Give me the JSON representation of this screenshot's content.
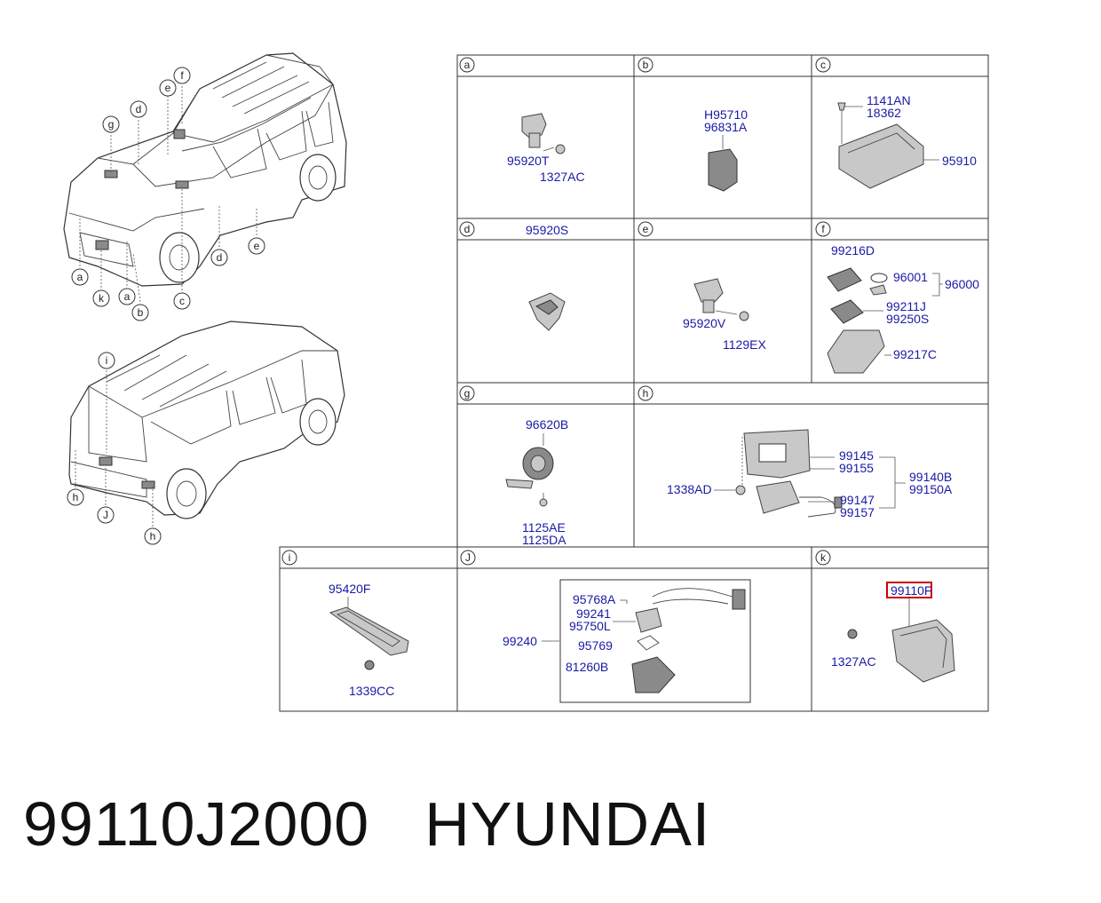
{
  "footer": {
    "part_number": "99110J2000",
    "brand": "HYUNDAI"
  },
  "callouts": {
    "front": [
      "f",
      "e",
      "d",
      "g",
      "d",
      "e",
      "a",
      "k",
      "a",
      "b",
      "c"
    ],
    "rear": [
      "i",
      "h",
      "J",
      "h"
    ]
  },
  "panels": [
    {
      "id": "a",
      "parts": [
        "95920T",
        "1327AC"
      ]
    },
    {
      "id": "b",
      "parts": [
        "H95710",
        "96831A"
      ]
    },
    {
      "id": "c",
      "parts": [
        "1141AN",
        "18362",
        "95910"
      ]
    },
    {
      "id": "d",
      "parts": [
        "95920S"
      ]
    },
    {
      "id": "e",
      "parts": [
        "95920V",
        "1129EX"
      ]
    },
    {
      "id": "f",
      "parts": [
        "99216D",
        "96001",
        "96000",
        "99211J",
        "99250S",
        "99217C"
      ]
    },
    {
      "id": "g",
      "parts": [
        "96620B",
        "1125AE",
        "1125DA"
      ]
    },
    {
      "id": "h",
      "parts": [
        "99145",
        "99155",
        "99140B",
        "99150A",
        "1338AD",
        "99147",
        "99157"
      ]
    },
    {
      "id": "i",
      "parts": [
        "95420F",
        "1339CC"
      ]
    },
    {
      "id": "J",
      "parts": [
        "95768A",
        "99241",
        "95750L",
        "99240",
        "95769",
        "81260B"
      ]
    },
    {
      "id": "k",
      "parts": [
        "99110F",
        "1327AC"
      ]
    }
  ],
  "highlight_part": "99110F",
  "colors": {
    "part_number": "#1a1aa6",
    "highlight_box": "#cc0000",
    "frame": "#333333"
  }
}
